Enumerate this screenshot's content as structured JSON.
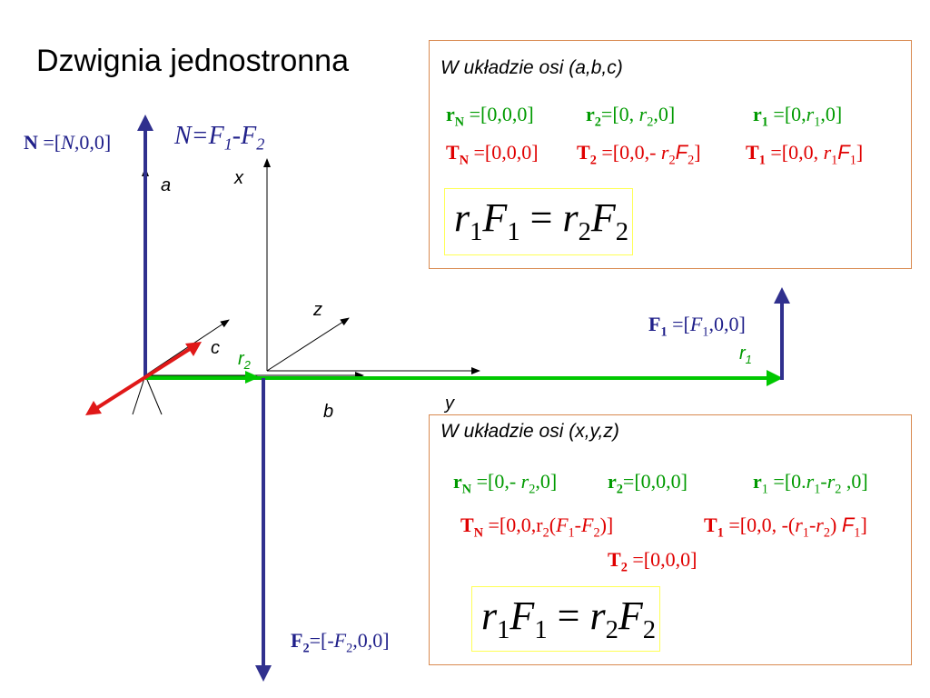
{
  "title": "Dzwignia jednostronna",
  "labels": {
    "n_vec": "N =[N,0,0]",
    "n_rel": "N=F1-F2",
    "f1_vec": "F1 =[F1,0,0]",
    "f2_vec": "F2=[-F2,0,0]",
    "axis_a": "a",
    "axis_b": "b",
    "axis_c": "c",
    "axis_x": "x",
    "axis_y": "y",
    "axis_z": "z",
    "r1": "r1",
    "r2": "r2"
  },
  "box_abc": {
    "caption": "W układzie osi (a,b,c)",
    "rN": "[0,0,0]",
    "r2": "[0, r2,0]",
    "r1": "[0,r1,0]",
    "TN": "[0,0,0]",
    "T2": "[0,0,- r2F2]",
    "T1": "[0,0, r1F1]",
    "equation": "r1F1 = r2F2"
  },
  "box_xyz": {
    "caption": "W układzie osi (x,y,z)",
    "rN": "[0,- r2,0]",
    "r2": "[0,0,0]",
    "r1": "[0.r1-r2 ,0]",
    "TN": "[0,0,r2(F1-F2)]",
    "T1": "[0,0, -(r1-r2) F1]",
    "T2": "[0,0,0]",
    "equation": "r1F1 = r2F2"
  },
  "colors": {
    "force_blue": "#30308e",
    "green": "#00c800",
    "red": "#e01818",
    "box_border": "#d98a50"
  }
}
